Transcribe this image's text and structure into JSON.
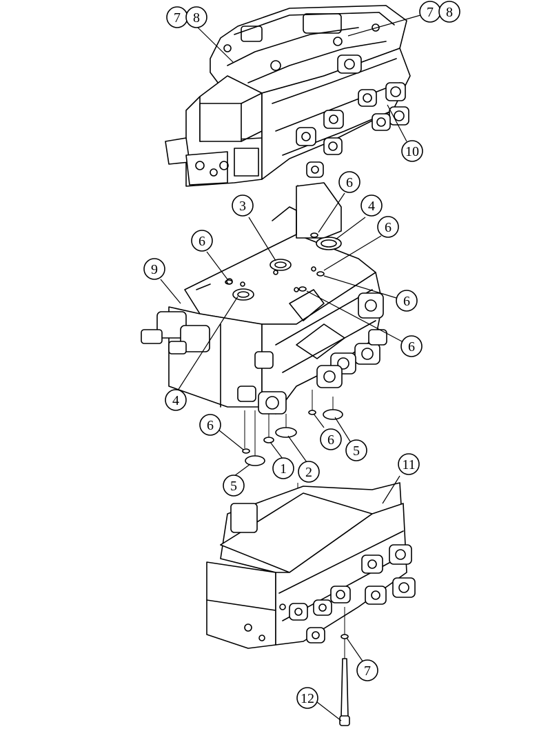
{
  "callouts": {
    "c78_top_left": "7 8",
    "c78_top_right": "7 8",
    "c10": "10",
    "c6_a": "6",
    "c3": "3",
    "c4_a": "4",
    "c6_b": "6",
    "c6_c": "6",
    "c9": "9",
    "c6_d": "6",
    "c6_e": "6",
    "c4_b": "4",
    "c6_f": "6",
    "c6_g": "6",
    "c5_a": "5",
    "c1": "1",
    "c2": "2",
    "c5_b": "5",
    "c11": "11",
    "c7": "7",
    "c12": "12"
  }
}
